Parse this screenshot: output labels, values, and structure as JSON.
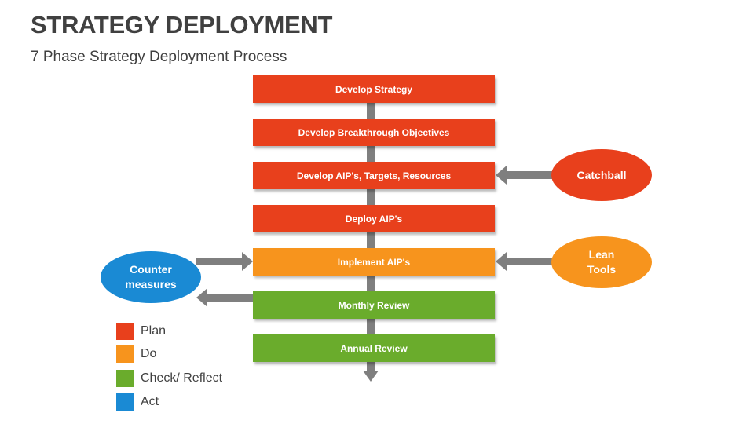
{
  "header": {
    "title": "STRATEGY DEPLOYMENT",
    "subtitle": "7 Phase Strategy Deployment Process"
  },
  "colors": {
    "plan": "#e8401c",
    "do": "#f7941d",
    "check": "#6aac2c",
    "act": "#1a8ad4",
    "arrow": "#7f7f7f"
  },
  "steps": [
    {
      "label": "Develop Strategy",
      "phase": "plan"
    },
    {
      "label": "Develop Breakthrough Objectives",
      "phase": "plan"
    },
    {
      "label": "Develop AIP's, Targets, Resources",
      "phase": "plan"
    },
    {
      "label": "Deploy AIP's",
      "phase": "plan"
    },
    {
      "label": "Implement AIP's",
      "phase": "do"
    },
    {
      "label": "Monthly Review",
      "phase": "check"
    },
    {
      "label": "Annual Review",
      "phase": "check"
    }
  ],
  "inputs": {
    "catchball": {
      "label": "Catchball",
      "phase": "plan",
      "feeds_step": "Develop AIP's, Targets, Resources"
    },
    "lean_tools": {
      "label": "Lean\nTools",
      "phase": "do",
      "feeds_step": "Implement AIP's"
    },
    "countermeasures": {
      "label": "Counter\nmeasures",
      "phase": "act",
      "feeds_step": "Implement AIP's",
      "fed_by_step": "Monthly Review"
    }
  },
  "legend": [
    {
      "label": "Plan",
      "phase": "plan"
    },
    {
      "label": "Do",
      "phase": "do"
    },
    {
      "label": "Check/ Reflect",
      "phase": "check"
    },
    {
      "label": "Act",
      "phase": "act"
    }
  ]
}
